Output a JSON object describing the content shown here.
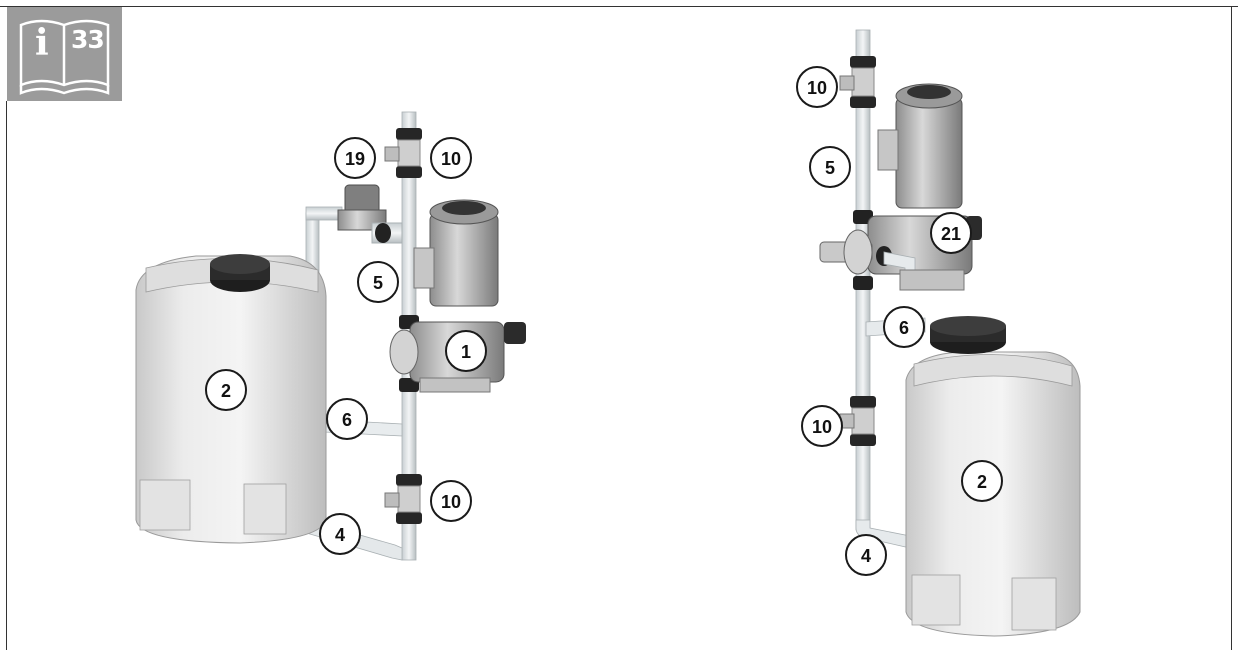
{
  "badge": {
    "number": "33"
  },
  "callouts_left": [
    "19",
    "10",
    "5",
    "1",
    "2",
    "6",
    "10",
    "4"
  ],
  "callouts_right": [
    "10",
    "5",
    "21",
    "6",
    "10",
    "2",
    "4"
  ]
}
